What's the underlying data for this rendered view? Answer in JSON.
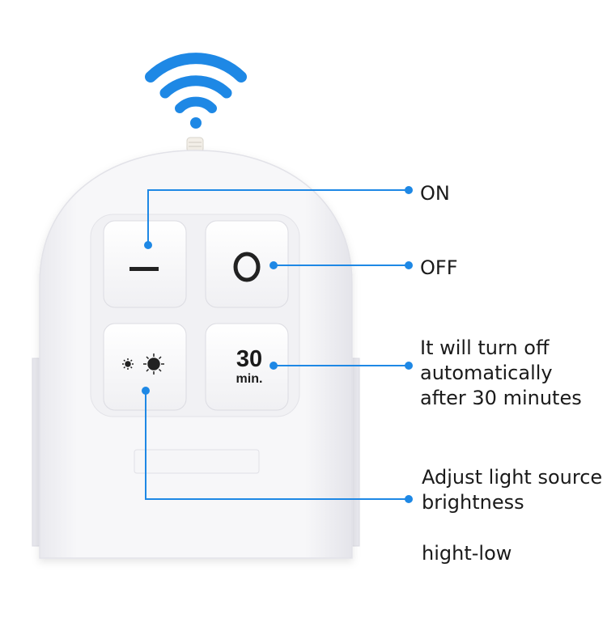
{
  "buttons": {
    "timer_value": "30",
    "timer_unit": "min."
  },
  "callouts": {
    "on": "ON",
    "off": "OFF",
    "timer_line1": "It will turn off",
    "timer_line2": "automatically",
    "timer_line3": "after 30 minutes",
    "brightness_line1": "Adjust light source",
    "brightness_line2": "brightness",
    "range": "hight-low"
  },
  "colors": {
    "accent": "#1e88e5",
    "remote_body": "#f5f5f7",
    "button_face": "#fafafa",
    "text": "#1a1a1a"
  },
  "icons": {
    "signal": "wifi-icon",
    "on": "minus-icon",
    "off": "circle-icon",
    "brightness": "sun-icon"
  }
}
